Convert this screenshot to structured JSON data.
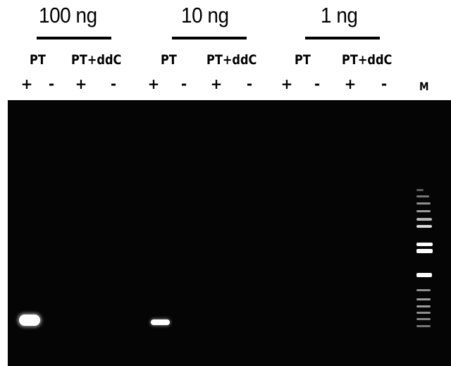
{
  "groups": [
    {
      "amount": "100 ng",
      "pt": "PT",
      "ptddc": "PT+ddC"
    },
    {
      "amount": "10 ng",
      "pt": "PT",
      "ptddc": "PT+ddC"
    },
    {
      "amount": "1 ng",
      "pt": "PT",
      "ptddc": "PT+ddC"
    }
  ],
  "signs": [
    "+",
    "-",
    "+",
    "-",
    "+",
    "-",
    "+",
    "-",
    "+",
    "-",
    "+",
    "-"
  ],
  "marker_label": "M",
  "colors": {
    "gel": "#050505",
    "band": "#ffffff",
    "background": "#ffffff",
    "text": "#000000"
  }
}
